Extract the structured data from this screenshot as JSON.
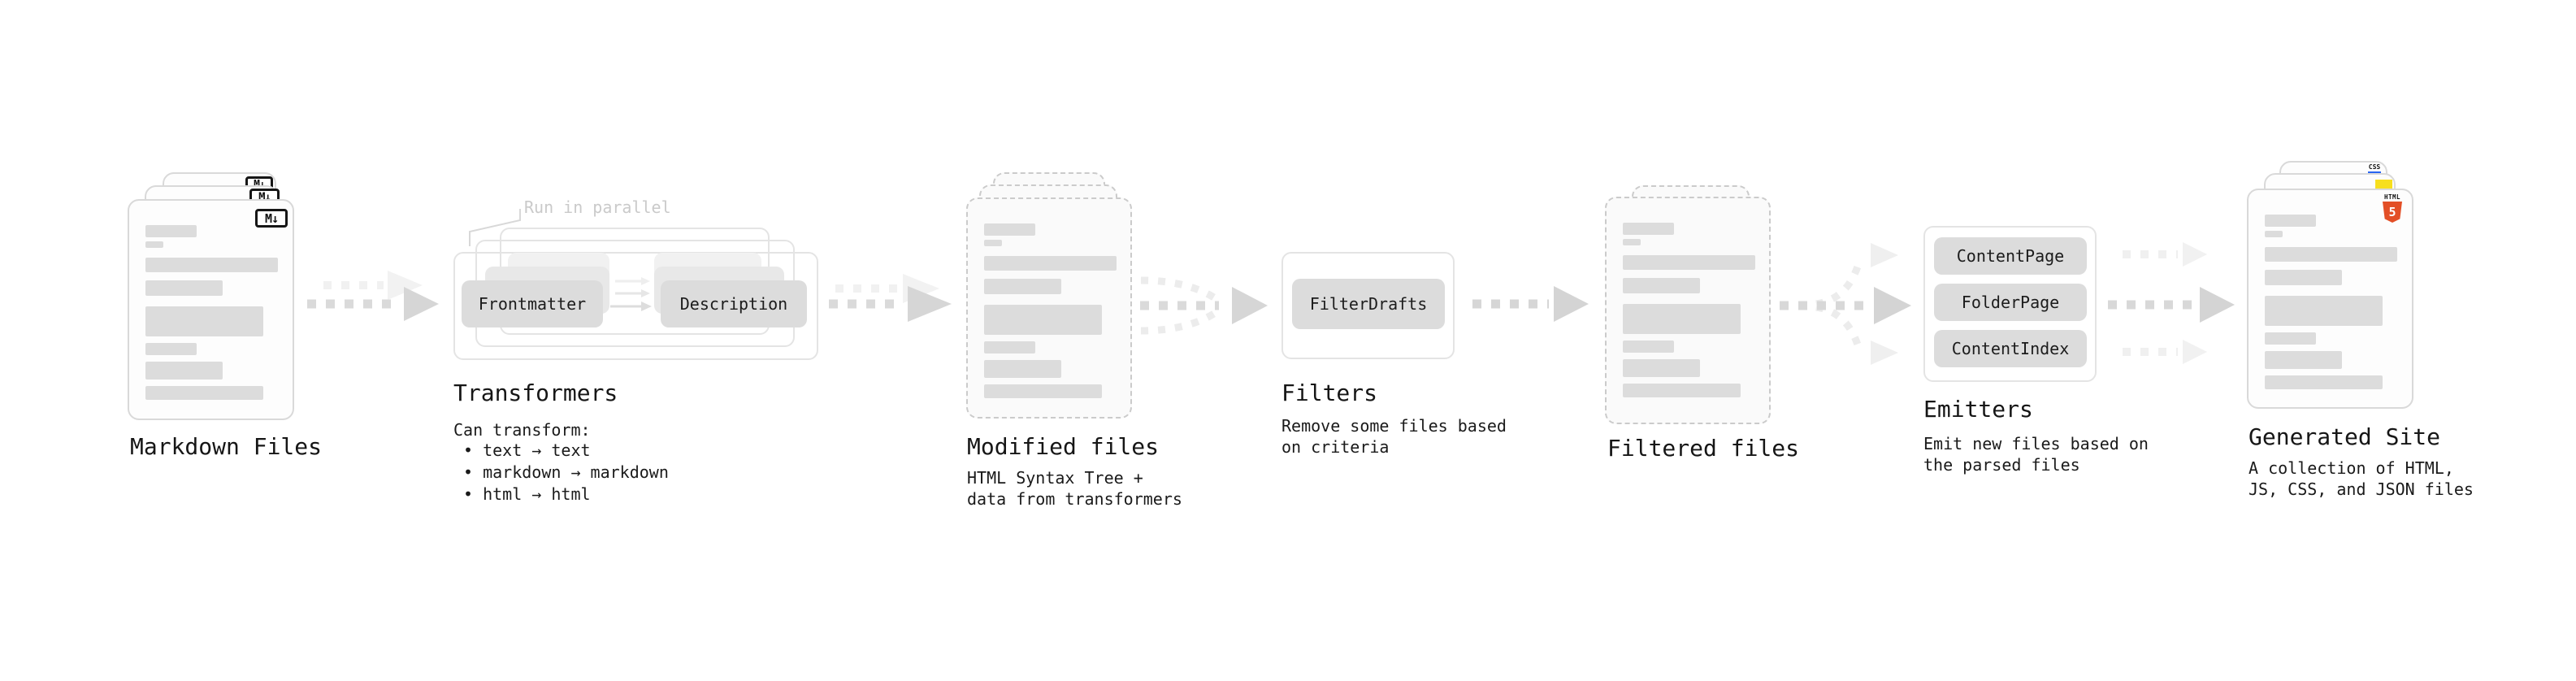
{
  "colors": {
    "html5_orange": "#e34f26",
    "js_yellow": "#f7df1e",
    "css_blue": "#2965f1",
    "arrow_gray": "#d9d9d9",
    "faint_arrow_gray": "#f0f0f0",
    "text_black": "#161616",
    "annotation_gray": "#cacaca"
  },
  "stages": {
    "markdown": {
      "label": "Markdown Files",
      "icon_label": "M↓"
    },
    "transformers": {
      "annotation": "Run in parallel",
      "pills": [
        "Frontmatter",
        "Description"
      ],
      "heading": "Transformers",
      "desc_title": "Can transform:",
      "bullets": [
        "• text → text",
        "• markdown → markdown",
        "• html → html"
      ]
    },
    "modified": {
      "heading": "Modified files",
      "desc": [
        "HTML Syntax Tree +",
        "data from transformers"
      ]
    },
    "filters": {
      "pill": "FilterDrafts",
      "heading": "Filters",
      "desc": [
        "Remove some files based",
        "on criteria"
      ]
    },
    "filtered": {
      "heading": "Filtered files"
    },
    "emitters": {
      "pills": [
        "ContentPage",
        "FolderPage",
        "ContentIndex"
      ],
      "heading": "Emitters",
      "desc": [
        "Emit new files based on",
        "the parsed files"
      ]
    },
    "generated": {
      "heading": "Generated Site",
      "desc": [
        "A collection of HTML,",
        "JS, CSS, and JSON files"
      ],
      "badges": {
        "css": "CSS",
        "html_word": "HTML",
        "html_number": "5"
      }
    }
  }
}
